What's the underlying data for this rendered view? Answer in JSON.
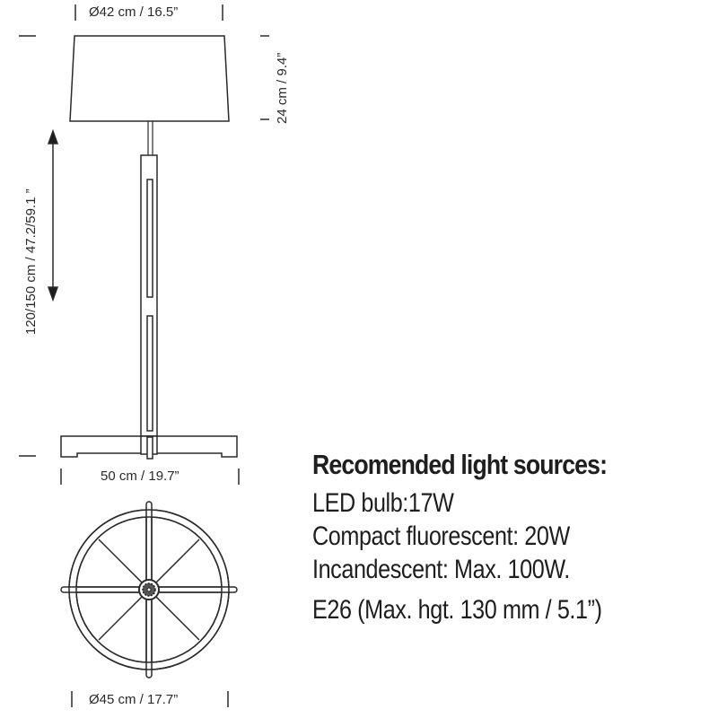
{
  "dimensions": {
    "shade_diameter": "Ø42 cm / 16.5”",
    "shade_height": "24 cm / 9.4”",
    "adjustable_height": "120/150 cm / 47.2/59.1 ”",
    "base_width": "50 cm / 19.7”",
    "base_diameter": "Ø45 cm / 17.7”"
  },
  "specs": {
    "title": "Recomended light sources:",
    "lines": [
      "LED bulb:17W",
      "Compact fluorescent: 20W",
      "Incandescent: Max. 100W."
    ],
    "socket": "E26 (Max. hgt. 130 mm / 5.1”)"
  },
  "colors": {
    "line": "#2a2a2a",
    "text": "#1e1e1e",
    "background": "#ffffff"
  }
}
